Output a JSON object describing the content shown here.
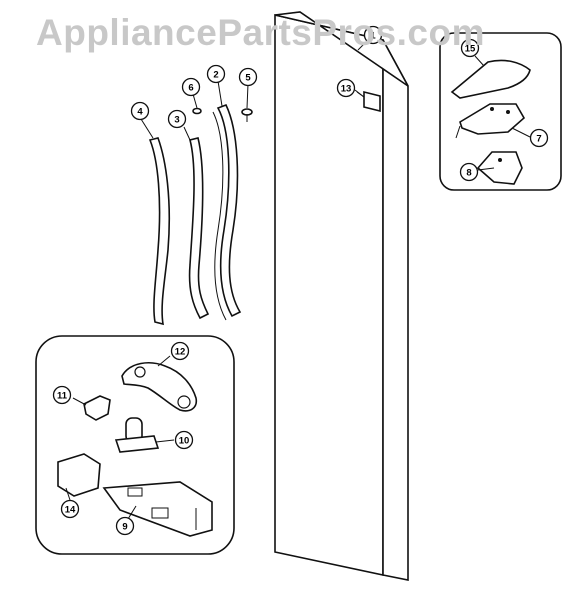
{
  "watermark": "AppliancePartsPros.com",
  "callouts": [
    {
      "id": "callout-1",
      "label": "1"
    },
    {
      "id": "callout-2",
      "label": "2"
    },
    {
      "id": "callout-3",
      "label": "3"
    },
    {
      "id": "callout-4",
      "label": "4"
    },
    {
      "id": "callout-5",
      "label": "5"
    },
    {
      "id": "callout-6",
      "label": "6"
    },
    {
      "id": "callout-7",
      "label": "7"
    },
    {
      "id": "callout-8",
      "label": "8"
    },
    {
      "id": "callout-9",
      "label": "9"
    },
    {
      "id": "callout-10",
      "label": "10"
    },
    {
      "id": "callout-11",
      "label": "11"
    },
    {
      "id": "callout-12",
      "label": "12"
    },
    {
      "id": "callout-13",
      "label": "13"
    },
    {
      "id": "callout-14",
      "label": "14"
    },
    {
      "id": "callout-15",
      "label": "15"
    }
  ]
}
